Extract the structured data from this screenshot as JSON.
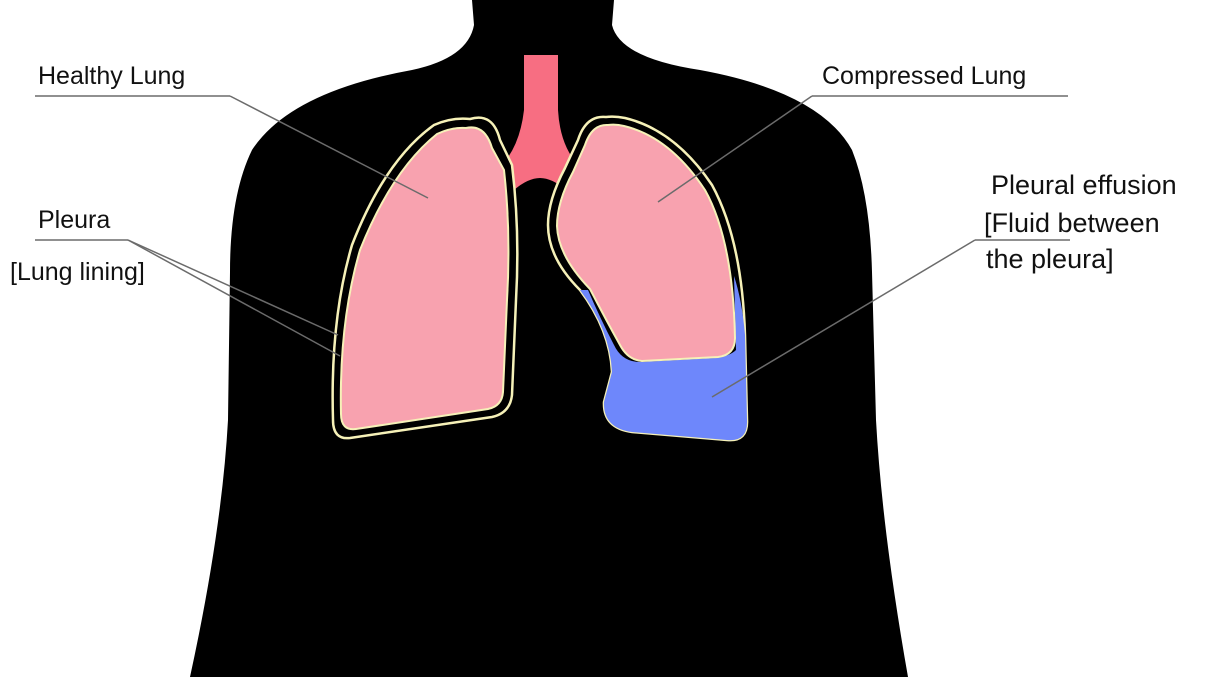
{
  "labels": {
    "healthy_lung": "Healthy Lung",
    "compressed_lung": "Compressed Lung",
    "pleura": "Pleura",
    "lung_lining": "[Lung lining]",
    "effusion_line1": "Pleural effusion",
    "effusion_line2": "[Fluid between",
    "effusion_line3": "the pleura]"
  },
  "colors": {
    "body": "#000000",
    "lung": "#f8a2af",
    "trachea": "#f76e82",
    "pleura_outline": "#f6f1b8",
    "fluid": "#6e87fb",
    "leader_line": "#6b6b6b"
  }
}
